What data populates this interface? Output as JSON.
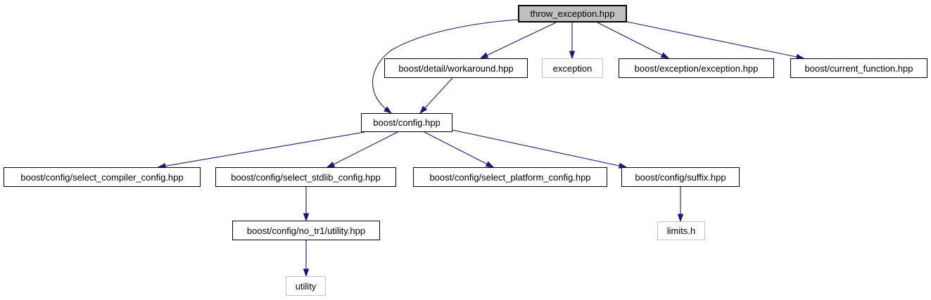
{
  "diagram": {
    "kind": "include-dependency-graph",
    "root_file": "throw_exception.hpp",
    "colors": {
      "background": "#ffffff",
      "edge": "#191970",
      "node_fill": "#ffffff",
      "node_border": "#000000",
      "main_node_fill": "#c0c0c0",
      "external_node_border": "#c3c3c3",
      "text": "#000000"
    },
    "nodes": [
      {
        "id": "throw_exception",
        "label": "throw_exception.hpp",
        "kind": "main"
      },
      {
        "id": "workaround",
        "label": "boost/detail/workaround.hpp",
        "kind": "linked"
      },
      {
        "id": "exception",
        "label": "exception",
        "kind": "external"
      },
      {
        "id": "exception_exception",
        "label": "boost/exception/exception.hpp",
        "kind": "linked"
      },
      {
        "id": "current_function",
        "label": "boost/current_function.hpp",
        "kind": "linked"
      },
      {
        "id": "config",
        "label": "boost/config.hpp",
        "kind": "linked"
      },
      {
        "id": "select_compiler",
        "label": "boost/config/select_compiler_config.hpp",
        "kind": "linked"
      },
      {
        "id": "select_stdlib",
        "label": "boost/config/select_stdlib_config.hpp",
        "kind": "linked"
      },
      {
        "id": "select_platform",
        "label": "boost/config/select_platform_config.hpp",
        "kind": "linked"
      },
      {
        "id": "suffix",
        "label": "boost/config/suffix.hpp",
        "kind": "linked"
      },
      {
        "id": "no_tr1_utility",
        "label": "boost/config/no_tr1/utility.hpp",
        "kind": "linked"
      },
      {
        "id": "limits",
        "label": "limits.h",
        "kind": "external"
      },
      {
        "id": "utility",
        "label": "utility",
        "kind": "external"
      }
    ],
    "edges": [
      {
        "from": "throw_exception",
        "to": "workaround"
      },
      {
        "from": "throw_exception",
        "to": "exception"
      },
      {
        "from": "throw_exception",
        "to": "exception_exception"
      },
      {
        "from": "throw_exception",
        "to": "current_function"
      },
      {
        "from": "throw_exception",
        "to": "config"
      },
      {
        "from": "workaround",
        "to": "config"
      },
      {
        "from": "config",
        "to": "select_compiler"
      },
      {
        "from": "config",
        "to": "select_stdlib"
      },
      {
        "from": "config",
        "to": "select_platform"
      },
      {
        "from": "config",
        "to": "suffix"
      },
      {
        "from": "select_stdlib",
        "to": "no_tr1_utility"
      },
      {
        "from": "no_tr1_utility",
        "to": "utility"
      },
      {
        "from": "suffix",
        "to": "limits"
      }
    ]
  }
}
